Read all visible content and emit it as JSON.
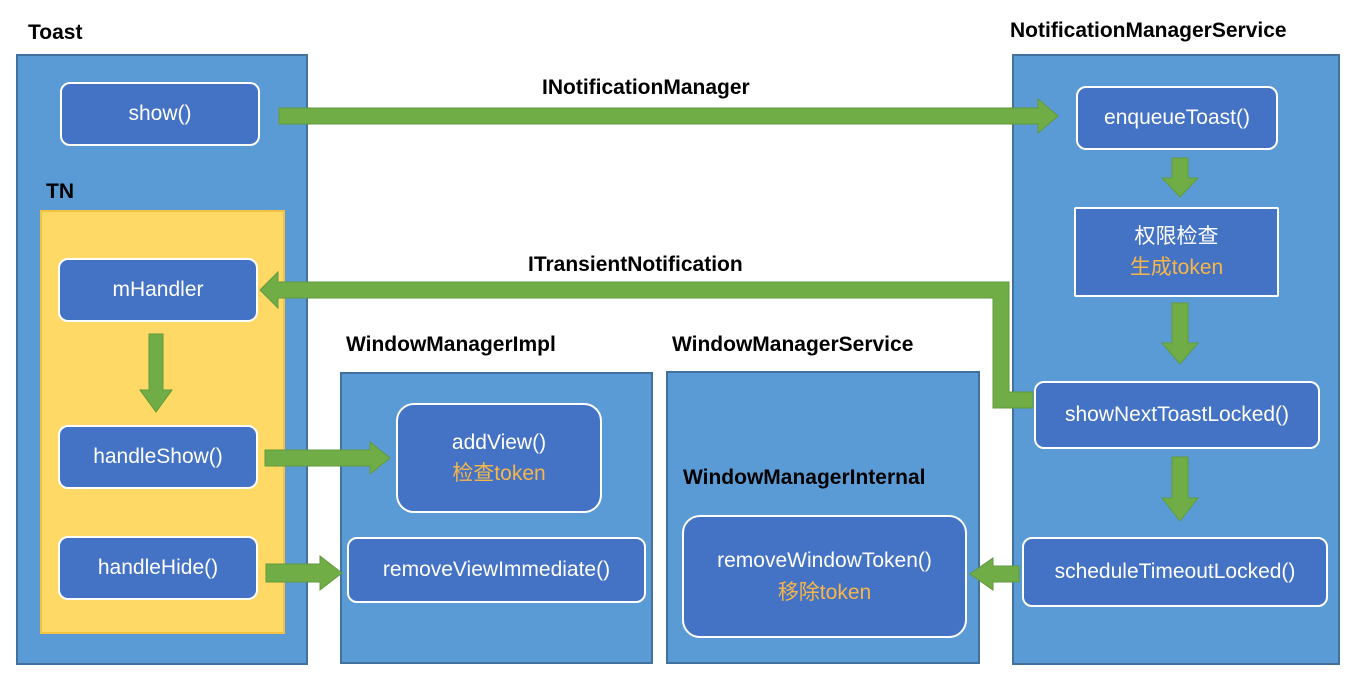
{
  "titles": {
    "toast": "Toast",
    "tn": "TN",
    "nms": "NotificationManagerService",
    "wmi": "WindowManagerImpl",
    "wms": "WindowManagerService",
    "wm_internal": "WindowManagerInternal"
  },
  "connections": {
    "inotification_manager": "INotificationManager",
    "itransient_notification": "ITransientNotification"
  },
  "toast": {
    "show": "show()"
  },
  "tn": {
    "mhandler": "mHandler",
    "handle_show": "handleShow()",
    "handle_hide": "handleHide()"
  },
  "wmi": {
    "add_view": "addView()",
    "add_view_note": "检查token",
    "remove_view": "removeViewImmediate()"
  },
  "wms": {
    "remove_token": "removeWindowToken()",
    "remove_token_note": "移除token"
  },
  "nms": {
    "enqueue": "enqueueToast()",
    "permission": "权限检查",
    "permission_note": "生成token",
    "show_next": "showNextToastLocked()",
    "schedule": "scheduleTimeoutLocked()"
  },
  "colors": {
    "panel": "#5b9bd5",
    "box": "#4472c4",
    "tn_panel": "#ffd966",
    "arrow": "#70ad47",
    "accent_text": "#f6b64a"
  }
}
